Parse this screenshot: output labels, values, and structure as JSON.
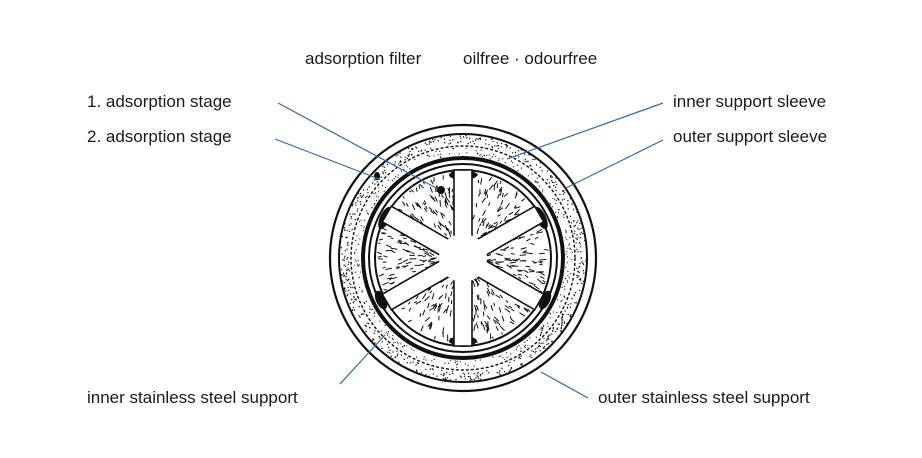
{
  "header": {
    "title": "adsorption filter",
    "subtitle": "oilfree · odourfree"
  },
  "labels": {
    "stage1": "1. adsorption stage",
    "stage2": "2. adsorption stage",
    "inner_sleeve": "inner support sleeve",
    "outer_sleeve": "outer support sleeve",
    "inner_steel": "inner stainless steel support",
    "outer_steel": "outer stainless steel support"
  },
  "colors": {
    "leader_line": "#2f6aa8",
    "ink": "#111111"
  }
}
